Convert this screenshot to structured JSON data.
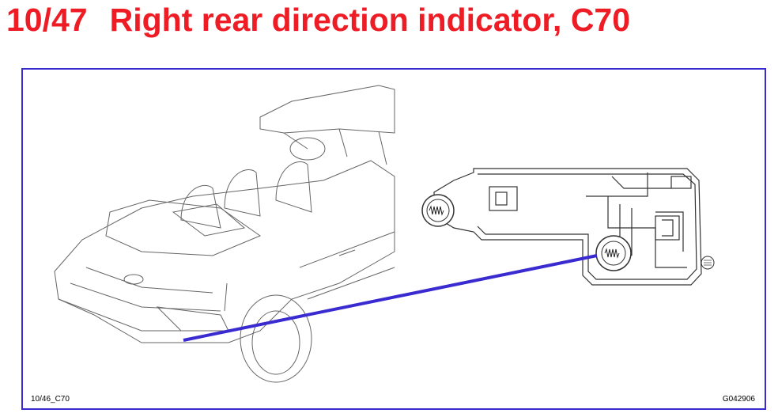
{
  "header": {
    "number": "10/47",
    "title": "Right rear direction indicator, C70"
  },
  "figure": {
    "ref_left": "10/46_C70",
    "ref_right": "G042906"
  },
  "colors": {
    "title": "#ee1c25",
    "frame": "#3a2bd0",
    "pointer": "#3a2bd0",
    "linework": "#555555"
  },
  "icons": [
    "car-convertible-illustration",
    "bulb-holder-illustration",
    "bulb-socket-icon"
  ]
}
